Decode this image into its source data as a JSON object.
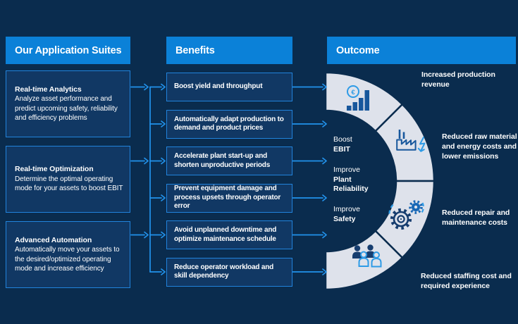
{
  "colors": {
    "background": "#0A2C4E",
    "header_bg": "#0B81D8",
    "card_fill": "#113864",
    "card_border": "#2183DC",
    "arrow": "#2293EC",
    "ring_fill": "#DEE2EB",
    "icon_deep": "#163D6F",
    "icon_dark": "#17579C",
    "icon_mid": "#1767B5",
    "icon_light": "#2E9BE6",
    "text": "#FFFFFF"
  },
  "icons": {
    "euro_symbol": "€"
  },
  "columns": {
    "suites": {
      "header": "Our Application Suites",
      "items": [
        {
          "title": "Real-time Analytics",
          "body": "Analyze asset performance and predict upcoming safety, reliability and efficiency problems"
        },
        {
          "title": "Real-time Optimization",
          "body": "Determine the optimal operating mode for your assets to boost EBIT"
        },
        {
          "title": "Advanced Automation",
          "body": "Automatically move your assets to the desired/optimized operating mode and increase efficiency"
        }
      ]
    },
    "benefits": {
      "header": "Benefits",
      "items": [
        "Boost yield and throughput",
        "Automatically adapt production to demand and product prices",
        "Accelerate plant start-up and shorten unproductive periods",
        "Prevent equipment damage and process upsets through operator error",
        "Avoid unplanned downtime and optimize maintenance schedule",
        "Reduce operator workload and skill dependency"
      ]
    },
    "outcome": {
      "header": "Outcome",
      "center_labels": [
        {
          "lead": "Boost",
          "emphasis": "EBIT"
        },
        {
          "lead": "Improve",
          "emphasis": "Plant Reliability"
        },
        {
          "lead": "Improve",
          "emphasis": "Safety"
        }
      ],
      "segments": [
        {
          "icon": "revenue-bar-chart-euro-icon",
          "label": "Increased production revenue"
        },
        {
          "icon": "factory-emissions-icon",
          "label": "Reduced raw material and energy costs and lower emissions"
        },
        {
          "icon": "gears-icon",
          "label": "Reduced repair and maintenance costs"
        },
        {
          "icon": "team-icon",
          "label": "Reduced staffing cost and required experience"
        }
      ]
    }
  }
}
